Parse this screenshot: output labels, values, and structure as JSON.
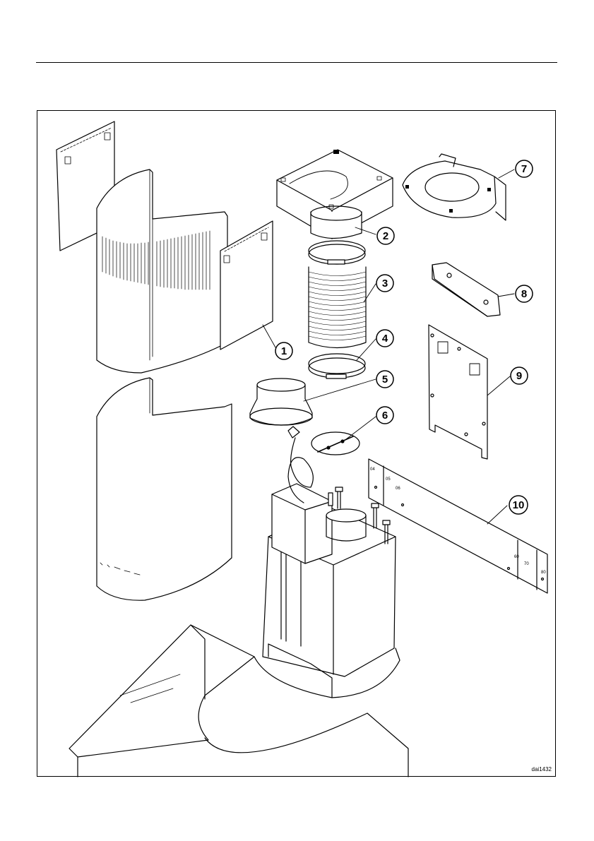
{
  "figure": {
    "id_label": "dai1432"
  },
  "callouts": [
    "1",
    "2",
    "3",
    "4",
    "5",
    "6",
    "7",
    "8",
    "9",
    "10"
  ],
  "panel_lettering": [
    "04",
    "05",
    "06",
    "60",
    "70",
    "80"
  ]
}
